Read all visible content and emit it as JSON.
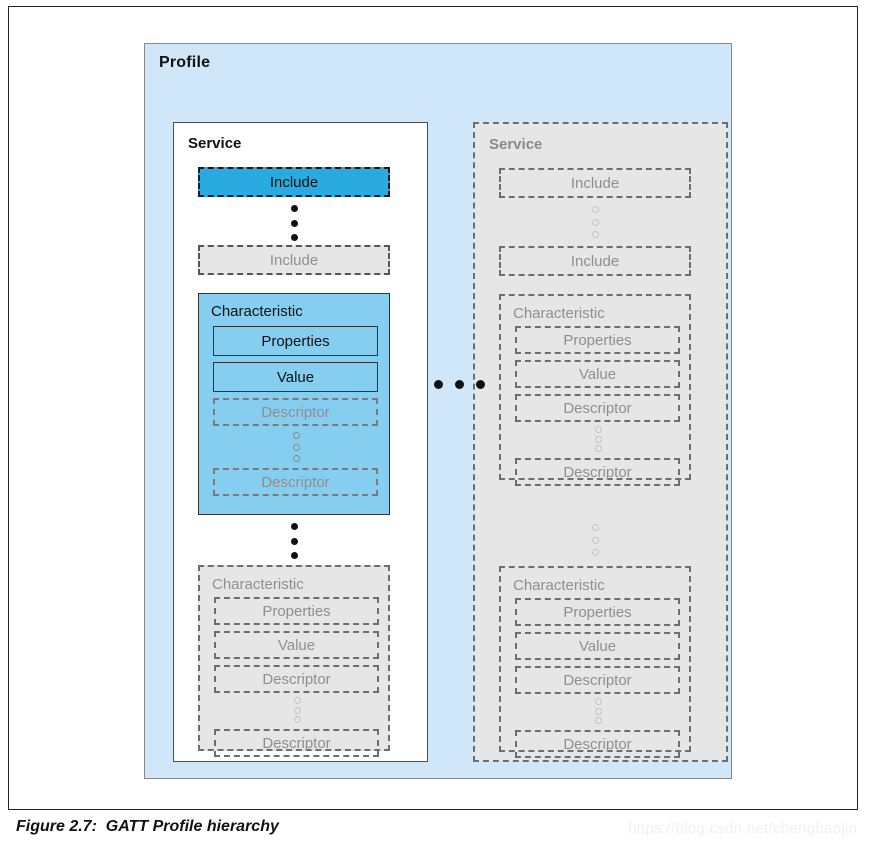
{
  "figure": {
    "caption": "Figure 2.7:  GATT Profile hierarchy",
    "watermark": "https://blog.csdn.net/chengbaojin"
  },
  "colors": {
    "profile_bg": "#cfe7f8",
    "service_active_bg": "#ffffff",
    "service_faded_bg": "#e6e6e6",
    "include_highlight": "#29abe2",
    "characteristic_active_bg": "#85cef0",
    "faded_text": "#8f8f8f",
    "active_text": "#111111"
  },
  "diagram": {
    "type": "hierarchy",
    "profile": {
      "label": "Profile",
      "services": [
        {
          "label": "Service",
          "state": "active",
          "includes": [
            {
              "label": "Include",
              "state": "highlighted"
            },
            {
              "label": "Include",
              "state": "faded"
            }
          ],
          "include_ellipsis": "vertical-solid",
          "characteristics": [
            {
              "label": "Characteristic",
              "state": "active",
              "properties": {
                "label": "Properties",
                "state": "active"
              },
              "value": {
                "label": "Value",
                "state": "active"
              },
              "descriptors": [
                {
                  "label": "Descriptor",
                  "state": "faded"
                },
                {
                  "label": "Descriptor",
                  "state": "faded"
                }
              ],
              "descriptor_ellipsis": "vertical-hollow"
            },
            {
              "label": "Characteristic",
              "state": "faded",
              "properties": {
                "label": "Properties",
                "state": "faded"
              },
              "value": {
                "label": "Value",
                "state": "faded"
              },
              "descriptors": [
                {
                  "label": "Descriptor",
                  "state": "faded"
                },
                {
                  "label": "Descriptor",
                  "state": "faded"
                }
              ],
              "descriptor_ellipsis": "vertical-hollow-faded"
            }
          ],
          "characteristic_ellipsis": "vertical-solid"
        },
        {
          "label": "Service",
          "state": "faded",
          "includes": [
            {
              "label": "Include",
              "state": "faded"
            },
            {
              "label": "Include",
              "state": "faded"
            }
          ],
          "include_ellipsis": "vertical-hollow-faded",
          "characteristics": [
            {
              "label": "Characteristic",
              "state": "faded",
              "properties": {
                "label": "Properties",
                "state": "faded"
              },
              "value": {
                "label": "Value",
                "state": "faded"
              },
              "descriptors": [
                {
                  "label": "Descriptor",
                  "state": "faded"
                },
                {
                  "label": "Descriptor",
                  "state": "faded"
                }
              ],
              "descriptor_ellipsis": "vertical-hollow-faded"
            },
            {
              "label": "Characteristic",
              "state": "faded",
              "properties": {
                "label": "Properties",
                "state": "faded"
              },
              "value": {
                "label": "Value",
                "state": "faded"
              },
              "descriptors": [
                {
                  "label": "Descriptor",
                  "state": "faded"
                },
                {
                  "label": "Descriptor",
                  "state": "faded"
                }
              ],
              "descriptor_ellipsis": "vertical-hollow-faded"
            }
          ],
          "characteristic_ellipsis": "vertical-hollow-faded"
        }
      ],
      "service_ellipsis": "horizontal-solid"
    }
  }
}
